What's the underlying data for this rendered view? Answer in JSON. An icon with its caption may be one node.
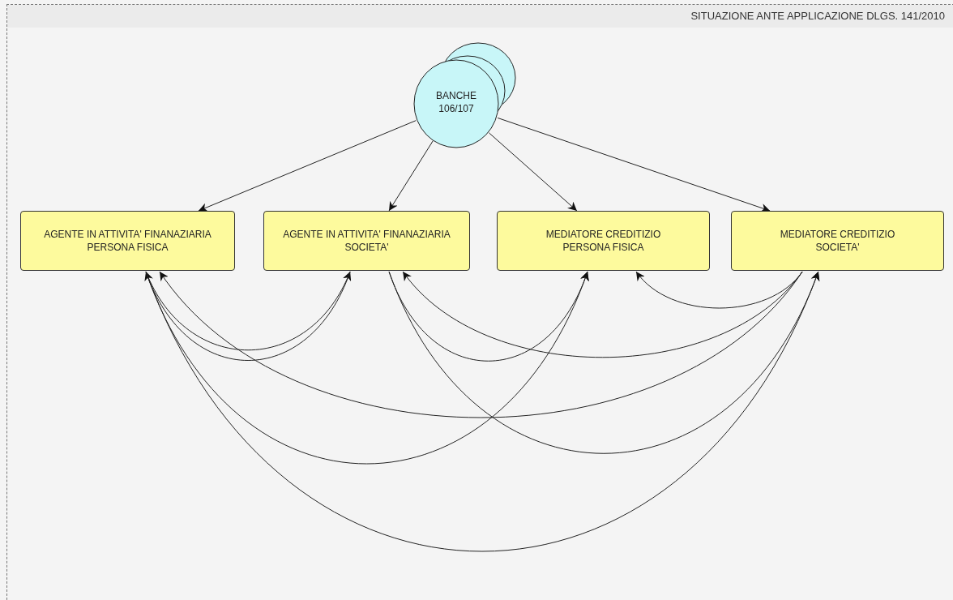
{
  "diagram": {
    "title": "SITUAZIONE ANTE APPLICAZIONE DLGS. 141/2010",
    "nodes": [
      {
        "text": [
          "BANCHE 106/107"
        ]
      },
      {
        "text": [
          "AGENTE IN ATTIVITA' FINANAZIARIA PERSONA FISICA"
        ]
      },
      {
        "text": [
          "AGENTE IN ATTIVITA' FINANAZIARIA SOCIETA'"
        ]
      },
      {
        "text": [
          "MEDIATORE CREDITIZIO PERSONA FISICA"
        ]
      },
      {
        "text": [
          "MEDIATORE CREDITIZIO SOCIETA'"
        ]
      }
    ],
    "edges": [
      {
        "from": 0,
        "to": 1,
        "arrow": "to"
      },
      {
        "from": 0,
        "to": 2,
        "arrow": "to"
      },
      {
        "from": 0,
        "to": 3,
        "arrow": "to"
      },
      {
        "from": 0,
        "to": 4,
        "arrow": "to"
      },
      {
        "from": 1,
        "to": 2,
        "arrow": "to"
      },
      {
        "from": 2,
        "to": 1,
        "arrow": "to"
      },
      {
        "from": 2,
        "to": 3,
        "arrow": "to"
      },
      {
        "from": 1,
        "to": 3,
        "arrow": "to"
      },
      {
        "from": 4,
        "to": 2,
        "arrow": "to"
      },
      {
        "from": 4,
        "to": 1,
        "arrow": "to"
      },
      {
        "from": 2,
        "to": 4,
        "arrow": "to"
      },
      {
        "from": 1,
        "to": 4,
        "arrow": "to"
      },
      {
        "from": 4,
        "to": 3,
        "arrow": "to"
      }
    ]
  }
}
